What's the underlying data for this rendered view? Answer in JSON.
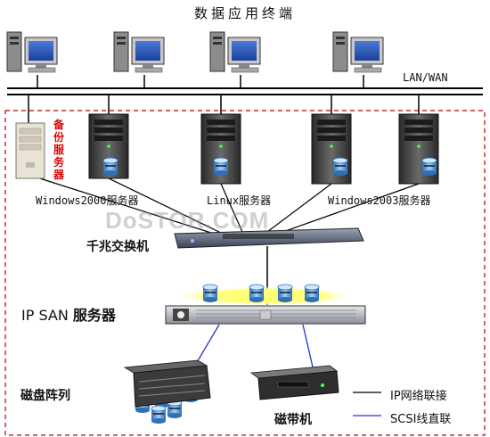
{
  "title": "数据应用终端",
  "lan_label": "LAN/WAN",
  "backup_server_label": "备份服务器",
  "servers": {
    "windows2000": "Windows2000服务器",
    "linux": "Linux服务器",
    "windows2003": "Windows2003服务器"
  },
  "switch_label": "千兆交换机",
  "ip_san": {
    "prefix": "IP SAN ",
    "bold": "服务器"
  },
  "disk_array_label": "磁盘阵列",
  "tape_label": "磁带机",
  "legend": [
    {
      "label": "IP网络联接",
      "color": "#000000"
    },
    {
      "label": "SCSI线直联",
      "color": "#2233cc"
    }
  ],
  "watermark": "DoSTOR.COM",
  "colors": {
    "frame_border": "#c00000",
    "scsi_line": "#2233cc",
    "ip_line": "#000000",
    "highlight": "#ffff66",
    "disk_icon": "#4a90d0",
    "backup_label": "#e00000"
  },
  "icons": [
    "pc-terminal-icon",
    "server-tower-icon",
    "disk-cylinder-icon",
    "network-switch-icon",
    "rack-server-icon",
    "disk-array-icon",
    "tape-drive-icon"
  ]
}
